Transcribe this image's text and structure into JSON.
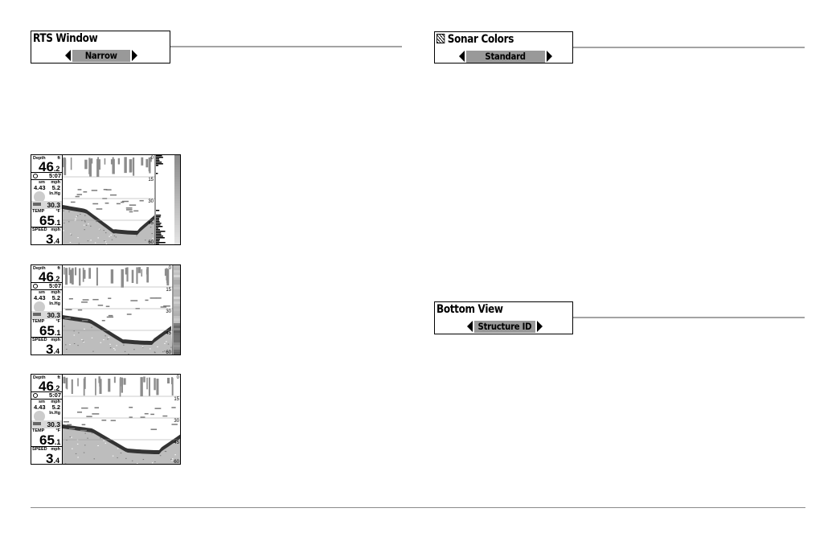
{
  "menus": {
    "rts": {
      "title": "RTS Window",
      "value": "Narrow"
    },
    "sonar_colors": {
      "title": "Sonar Colors",
      "value": "Standard",
      "icon": "checker-icon"
    },
    "bottom_view": {
      "title": "Bottom View",
      "value": "Structure ID"
    }
  },
  "screens": [
    {
      "variant": "rts-narrow"
    },
    {
      "variant": "rts-wide"
    },
    {
      "variant": "rts-off"
    }
  ],
  "readout": {
    "depth_label": "Depth",
    "depth_unit": "ft",
    "depth_int": "46",
    "depth_dec": ".2",
    "clock": "5:07",
    "sm_label": "sm",
    "mph_label": "mph",
    "dist": "4.43",
    "speed2": "5.2",
    "inhg": "In.Hg",
    "pressure": "30.3",
    "temp_label": "TEMP",
    "temp_unit": "°F",
    "temp_int": "65",
    "temp_dec": ".1",
    "speed_label": "SPEED",
    "speed_unit": "mph",
    "speed_int": "3",
    "speed_dec": ".4"
  },
  "scale": [
    "0",
    "15",
    "30",
    "45",
    "60"
  ]
}
